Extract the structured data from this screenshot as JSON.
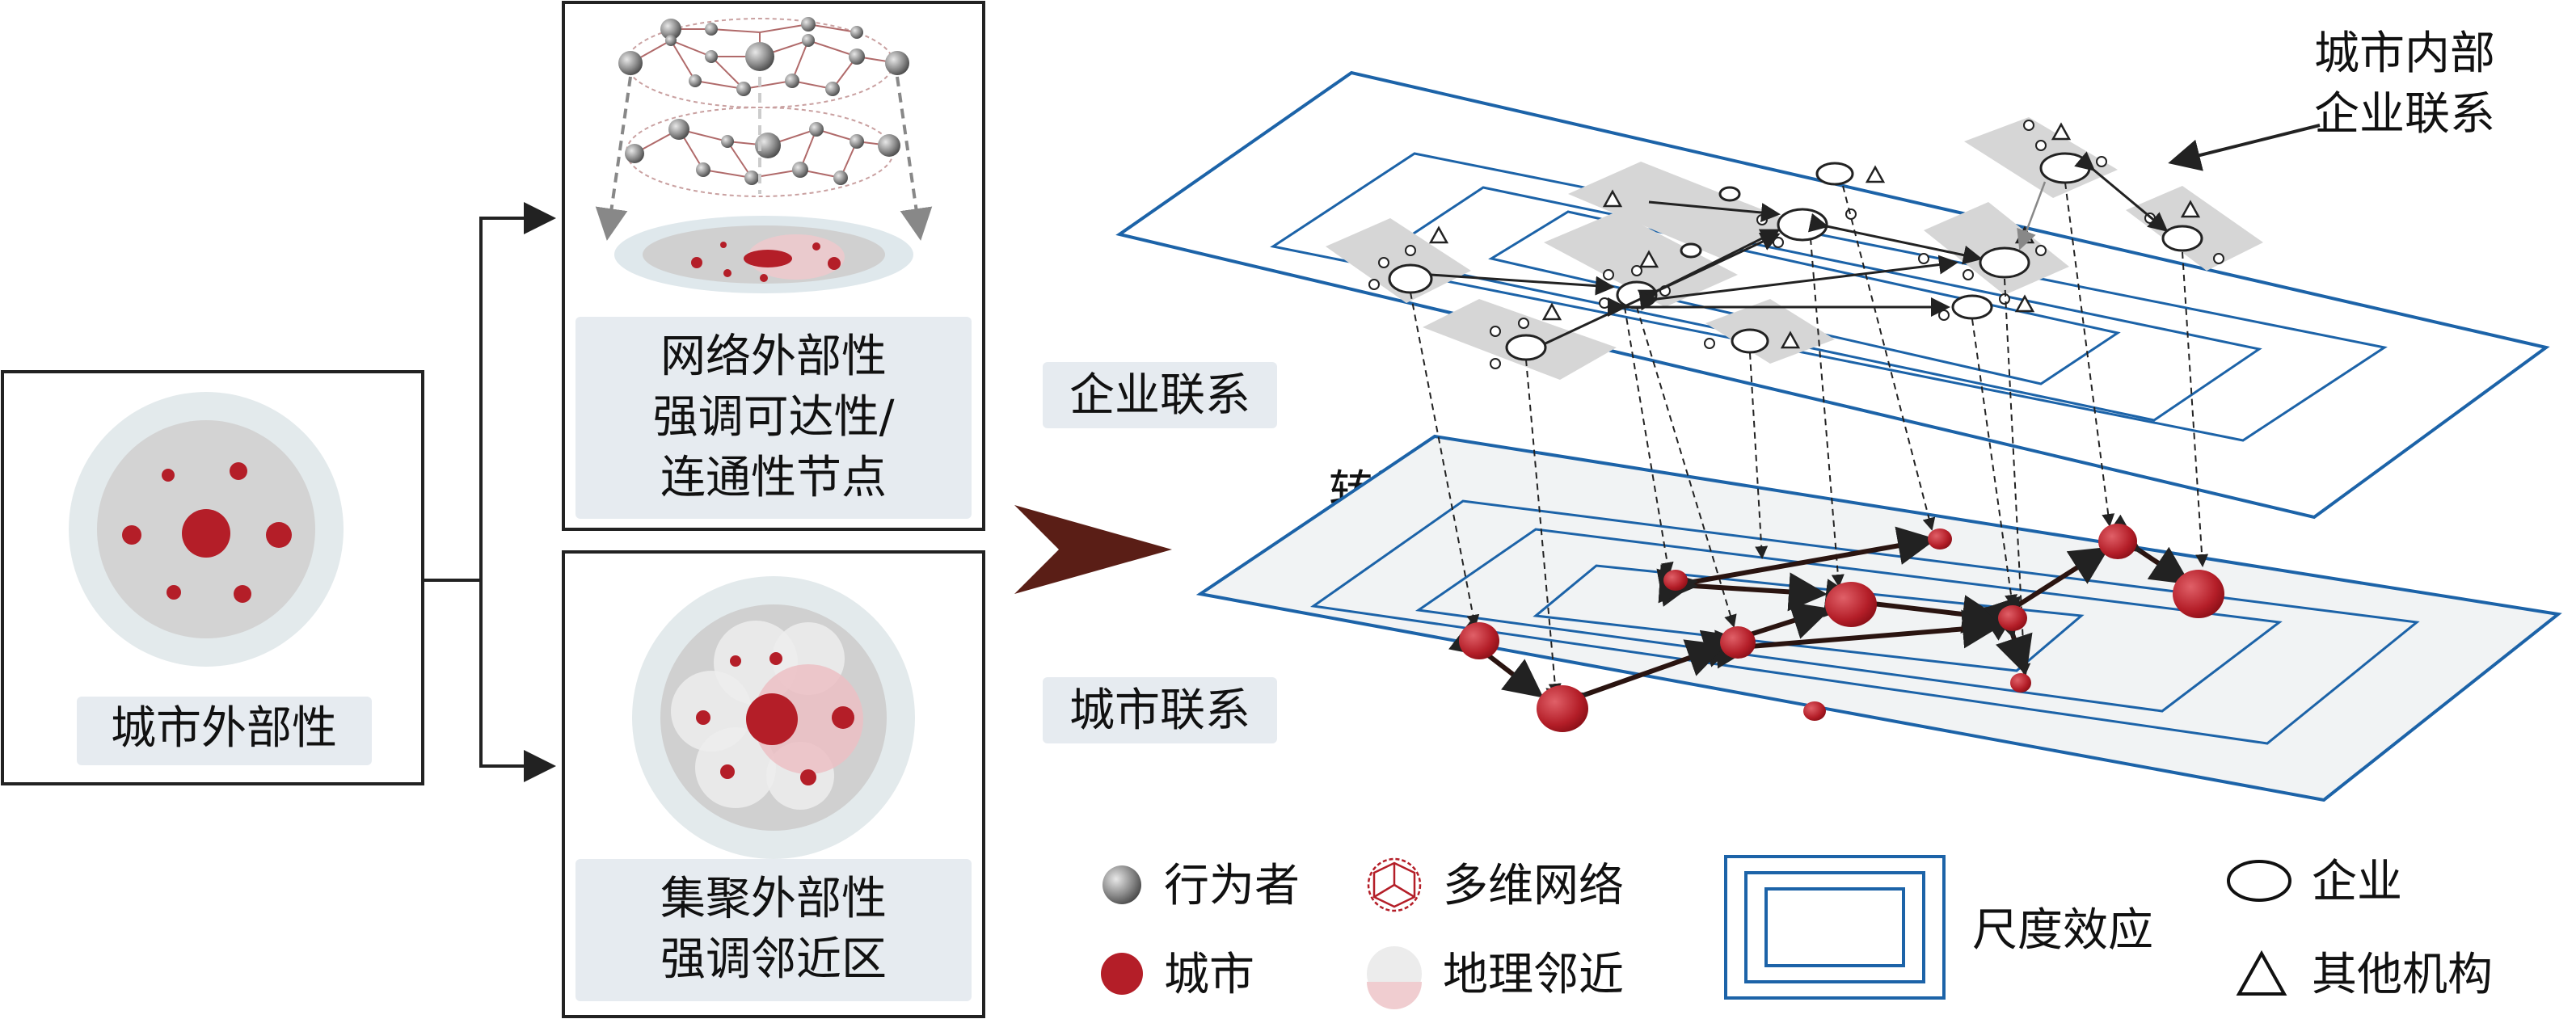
{
  "left_panel": {
    "label": "城市外部性"
  },
  "network_panel": {
    "line1": "网络外部性",
    "line2": "强调可达性/",
    "line3": "连通性节点"
  },
  "agglom_panel": {
    "line1": "集聚外部性",
    "line2": "强调邻近区"
  },
  "layers": {
    "firm_layer_label": "企业联系",
    "city_layer_label": "城市联系",
    "translate_label": "转译",
    "intra_city_line1": "城市内部",
    "intra_city_line2": "企业联系"
  },
  "legend": {
    "actor": "行为者",
    "multi_network": "多维网络",
    "scale_effect": "尺度效应",
    "firm": "企业",
    "city": "城市",
    "geo_proximity": "地理邻近",
    "other_institution": "其他机构"
  },
  "colors": {
    "city_red": "#b41e28",
    "frame_blue": "#1c63a8",
    "arrow_brown": "#5a1e16",
    "label_bg": "#e6ebf0",
    "node_grey": "#8a8a8a"
  }
}
